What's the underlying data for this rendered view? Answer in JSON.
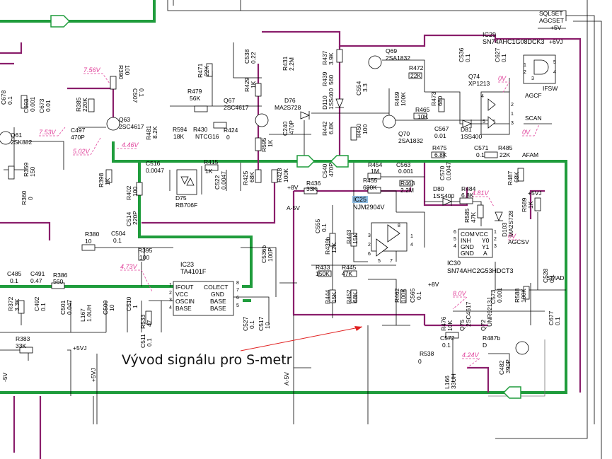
{
  "annotation": {
    "text": "Vývod signálu pro S-metr"
  },
  "ic_labels": [
    {
      "ref": "IC29",
      "part": "SN74AHC1G08DCK3"
    },
    {
      "ref": "IC25",
      "part": "NJM2904V"
    },
    {
      "ref": "IC23",
      "part": "TA4101F"
    },
    {
      "ref": "IC30",
      "part": "SN74AHC2G53HDCT3"
    }
  ],
  "ic23_pins": [
    "IFOUT",
    "VCC",
    "OSCIN",
    "BASE",
    "COLECT",
    "GND",
    "BASE",
    "BASE"
  ],
  "ic30_pins": [
    "COM",
    "INH",
    "GND",
    "GND",
    "VCC",
    "Y0",
    "Y1",
    "A"
  ],
  "nets": [
    "SQLSET",
    "AGCSET",
    "+5V",
    "+6VJ",
    "AGCF",
    "IFSW",
    "SCAN",
    "AFAM",
    "AGCSV",
    "SMAD",
    "+5VJ",
    "A-5V",
    "-5V",
    "+8V"
  ],
  "voltages": [
    "7.56V",
    "7.53V",
    "5.02V",
    "4.46V",
    "0V",
    "0V",
    "4.81V",
    "0V",
    "4.73V",
    "8.0V",
    "4.24V"
  ],
  "components": [
    "R390",
    "100",
    "C507",
    "0.1",
    "Q63",
    "2SC4617",
    "R385",
    "220K",
    "C497",
    "470P",
    "Q61",
    "2SK882",
    "R359",
    "150",
    "R398",
    "1K",
    "R360",
    "0",
    "R471",
    "22K",
    "R479",
    "56K",
    "R594",
    "18K",
    "R481",
    "8.2K",
    "R430",
    "NTCG16",
    "R424",
    "0",
    "C538",
    "0.22",
    "R431",
    "2.2M",
    "R429",
    "1K",
    "Q67",
    "2SC4617",
    "D76",
    "MA2S728",
    "C240",
    "470P",
    "R595",
    "1K",
    "D110",
    "1SS400",
    "R442",
    "6.8K",
    "R437",
    "3.9K",
    "R439",
    "560",
    "C554",
    "3.3",
    "R450",
    "100",
    "Q69",
    "2SA1832",
    "R472",
    "22K",
    "R459",
    "100K",
    "R465",
    "10K",
    "R473",
    "680",
    "Q70",
    "2SA1832",
    "C567",
    "0.01",
    "D81",
    "1SS400",
    "C536",
    "0.1",
    "C627",
    "0.1",
    "Q74",
    "XP1213",
    "R475",
    "6.8K",
    "C571",
    "0.1",
    "R485",
    "22K",
    "R487",
    "68K",
    "C516",
    "0.0047",
    "R415",
    "1K",
    "D75",
    "RB706F",
    "C522",
    "0.0047",
    "R425",
    "68K",
    "R428",
    "100K",
    "R402",
    "100",
    "C514",
    "220P",
    "C540",
    "470P",
    "R454",
    "1M",
    "R455",
    "680K",
    "C563",
    "0.001",
    "R463",
    "2.2M",
    "R436",
    "33K",
    "D80",
    "1SS400",
    "R484",
    "6.8K",
    "C570",
    "0.0047",
    "R585",
    "47K",
    "D103",
    "MA2S728",
    "R589",
    "1K",
    "C555",
    "0.1",
    "R439b",
    "12K",
    "R443",
    "15K",
    "R380",
    "10",
    "C504",
    "0.1",
    "R395",
    "100",
    "C536b",
    "100P",
    "R433",
    "150K",
    "R445",
    "47K",
    "R444",
    "15K",
    "R452",
    "68K",
    "R462",
    "100K",
    "C565",
    "0.1",
    "C485",
    "0.1",
    "C491",
    "0.47",
    "R386",
    "560",
    "R372",
    "3.3K",
    "C492",
    "0.1",
    "C501",
    "0.047",
    "L167",
    "1.0UH",
    "C509",
    "10",
    "C510",
    "1",
    "R533",
    "47",
    "C511",
    "0.1",
    "C527",
    "0.1",
    "C517",
    "10",
    "C573",
    "0.001",
    "C528",
    "0.1",
    "R588",
    "100K",
    "C693",
    "0.001",
    "C673",
    "0.01",
    "C678",
    "0.1",
    "C677",
    "0.1",
    "R476",
    "10K",
    "Q75",
    "2SC4617",
    "Q72",
    "UNR9213J",
    "C572",
    "0.1",
    "R487b",
    "D",
    "R538",
    "0",
    "C482",
    "390P",
    "L166",
    "33UH",
    "R383",
    "33K"
  ],
  "colors": {
    "green": "#1f9c3c",
    "purple": "#8a1e6b",
    "voltage": "#e0409a",
    "highlight": "#8fbde3"
  }
}
